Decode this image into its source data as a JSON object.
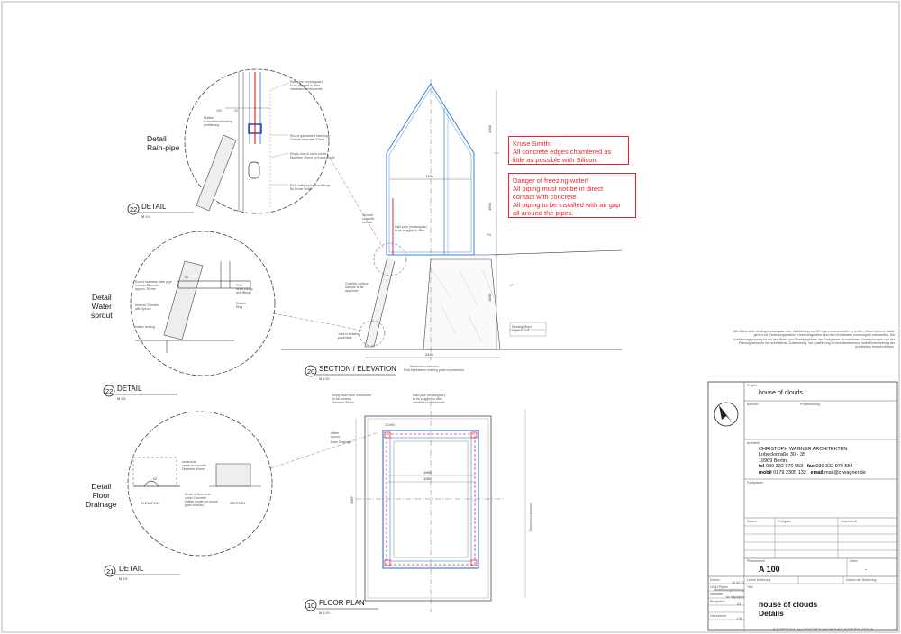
{
  "details": {
    "rain_pipe": {
      "label_lines": [
        "Detail",
        "Rain-pipe"
      ],
      "number": "22",
      "title": "DETAIL",
      "scale": "M 1:5"
    },
    "water_sprout": {
      "label_lines": [
        "Detail",
        "Water",
        "sprout"
      ],
      "number": "22",
      "title": "DETAIL",
      "scale": "M 1:5"
    },
    "floor_drainage": {
      "label_lines": [
        "Detail",
        "Floor",
        "Drainage"
      ],
      "number": "21",
      "title": "DETAIL",
      "scale": "M 1:5",
      "sublabels": [
        "ELEVATION",
        "SECTION"
      ]
    }
  },
  "section": {
    "number": "20",
    "title": "SECTION / ELEVATION",
    "scale": "M 1:20"
  },
  "floor_plan": {
    "number": "10",
    "title": "FLOOR PLAN",
    "scale": "M 1:20"
  },
  "notes": {
    "note1": [
      "Kruse Smith:",
      "All concrete edges chamfered as",
      "little as possible with Silicon."
    ],
    "note2": [
      "Danger of freezing water!",
      "All piping must not be in direct",
      "contact with concrete.",
      "All piping to be installed with air gap",
      "all around the pipes."
    ]
  },
  "general_notes": "Alle Maße sind vor Angebotsabgabe oder Ausführung vor Ort eigenverantwortlich zu prüfen. Geschriebene Maße gehen vor Zeichnungsmaßen. Unstimmigkeiten sind dem Architekten unverzüglich mitzuteilen. Die Ausführungsplanung ist mit den Werk- und Montageplänen der Fachplaner abzustimmen. Abweichungen von der Planung bedürfen der schriftlichen Zustimmung. Vor Ausführung ist eine Abstimmung unter Einbeziehung der Architekten herbeizuführen.",
  "title_block": {
    "projekt_label": "Projekt",
    "project": "house of clouds",
    "bauherr_label": "Bauherr",
    "projektleitung_label": "Projektleitung",
    "architekt_label": "Architekt",
    "firm": "CHRISTOPH WAGNER ARCHITEKTEN",
    "address1": "Lobeckstraße 30 - 35",
    "address2": "10969 Berlin",
    "tel_label": "tel",
    "tel": "030 322 970 553",
    "fax_label": "fax",
    "fax": "030 322 970 554",
    "mobil_label": "mobil",
    "mobil": "0179 2305 132",
    "email_label": "email",
    "email": "mail@c-wagner.de",
    "fachplaner_label": "Fachplaner",
    "datum_label": "Datum",
    "freigabe_label": "Freigabe",
    "unterschrift_label": "Unterschrift",
    "plannummer_label": "Plannummer",
    "plan_number": "A 100",
    "index_label": "Index",
    "index_value": "-",
    "date_label": "Datum",
    "date_value": "24.03.13",
    "letzte_label": "Letzte Änderung",
    "datum_aenderung_label": "Datum der Änderung",
    "hoai_label": "HOAI Phase",
    "hoai_value": "Ausführungsplanung",
    "massstab_label": "Maßstab",
    "massstab_value": "as displayed",
    "blattgroesse_label": "Blattgröße",
    "blattgroesse_value": "A1",
    "gezeichnet_label": "Gezeichnet",
    "gezeichnet_value": "CW",
    "titel_label": "Titel",
    "title1": "house of clouds",
    "title2": "Details",
    "copyright": "(C)COPYRIGHT by CHRISTOPH WAGNER ARCHITEKTEN, BERLIN"
  },
  "dims": {
    "d1000": "1000",
    "d1600": "1600",
    "d1400": "1400",
    "d2405": "2405",
    "d1960": "1960",
    "d1960b": "1960",
    "d1667": "1667"
  },
  "colors": {
    "red": "#e8262a",
    "blue": "#3f7fd6",
    "magenta": "#c43a8a",
    "line": "#333333"
  }
}
